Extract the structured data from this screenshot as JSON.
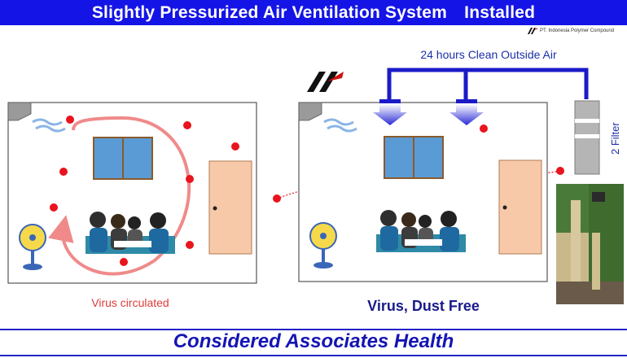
{
  "header": {
    "title": "Slightly Pressurized Air Ventilation System　Installed"
  },
  "company": {
    "name": "PT. Indonesia Polymer Compound"
  },
  "airflow": {
    "label": "24 hours Clean Outside Air"
  },
  "filter": {
    "label": "2 Filter"
  },
  "captions": {
    "left": "Virus circulated",
    "right": "Virus, Dust Free"
  },
  "footer": {
    "text": "Considered Associates Health"
  },
  "colors": {
    "title_bar": "#1414e6",
    "duct": "#1b1bc8",
    "virus": "#e8141e",
    "circulation_arrow": "#f08a8a",
    "window": "#5b9bd5",
    "door": "#f7c9a9"
  }
}
